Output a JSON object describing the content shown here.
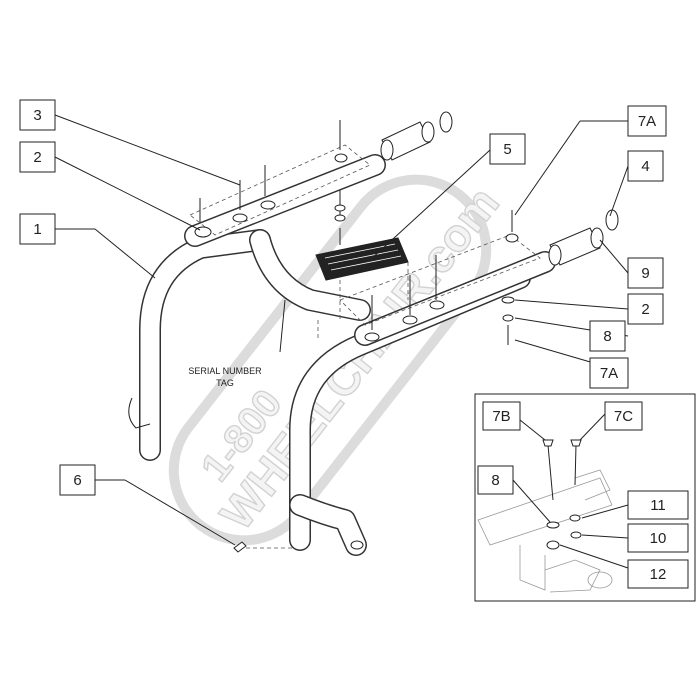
{
  "watermark": {
    "line1": "1-800",
    "line2": "WHEELCHAIR.com"
  },
  "labels": {
    "l1": "1",
    "l2a": "2",
    "l2b": "2",
    "l3": "3",
    "l4": "4",
    "l5": "5",
    "l6": "6",
    "l7a_top": "7A",
    "l7a_bottom": "7A",
    "l8": "8",
    "l9": "9",
    "inset_7b": "7B",
    "inset_7c": "7C",
    "inset_8": "8",
    "inset_10": "10",
    "inset_11": "11",
    "inset_12": "12"
  },
  "serial_tag": {
    "line1": "SERIAL NUMBER",
    "line2": "TAG"
  },
  "colors": {
    "line": "#222222",
    "watermark_fill": "#f4f4f4",
    "watermark_stroke": "#d2d2d2"
  }
}
